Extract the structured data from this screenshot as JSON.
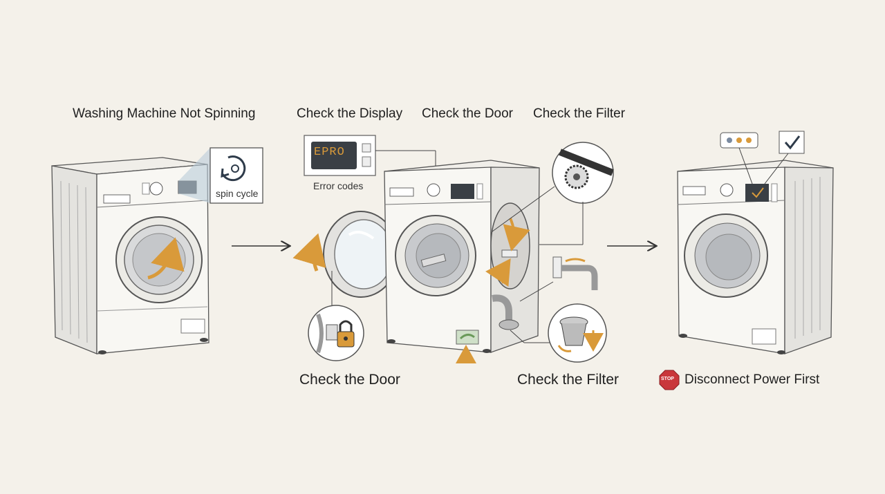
{
  "titles": {
    "not_spinning": "Washing Machine Not Spinning",
    "check_display": "Check the Display",
    "check_door_top": "Check the Door",
    "check_filter_top": "Check the Filter",
    "check_door_bottom": "Check the Door",
    "check_filter_bottom": "Check the Filter",
    "disconnect_power": "Disconnect Power First"
  },
  "callouts": {
    "spin_cycle": "spin cycle",
    "error_codes": "Error codes",
    "display_code": "EPRO",
    "stop_sign": "STOP"
  },
  "icons": {
    "spin_cycle": "rotate-arrow-icon",
    "door_lock": "padlock-icon",
    "checkmark": "checkmark-icon",
    "stop": "stop-sign-icon",
    "arrows": "right-arrow-icon"
  },
  "colors": {
    "background": "#f4f1ea",
    "accent_orange": "#d99a3a",
    "stop_red": "#c9373b",
    "display_dark": "#3a3f45"
  }
}
